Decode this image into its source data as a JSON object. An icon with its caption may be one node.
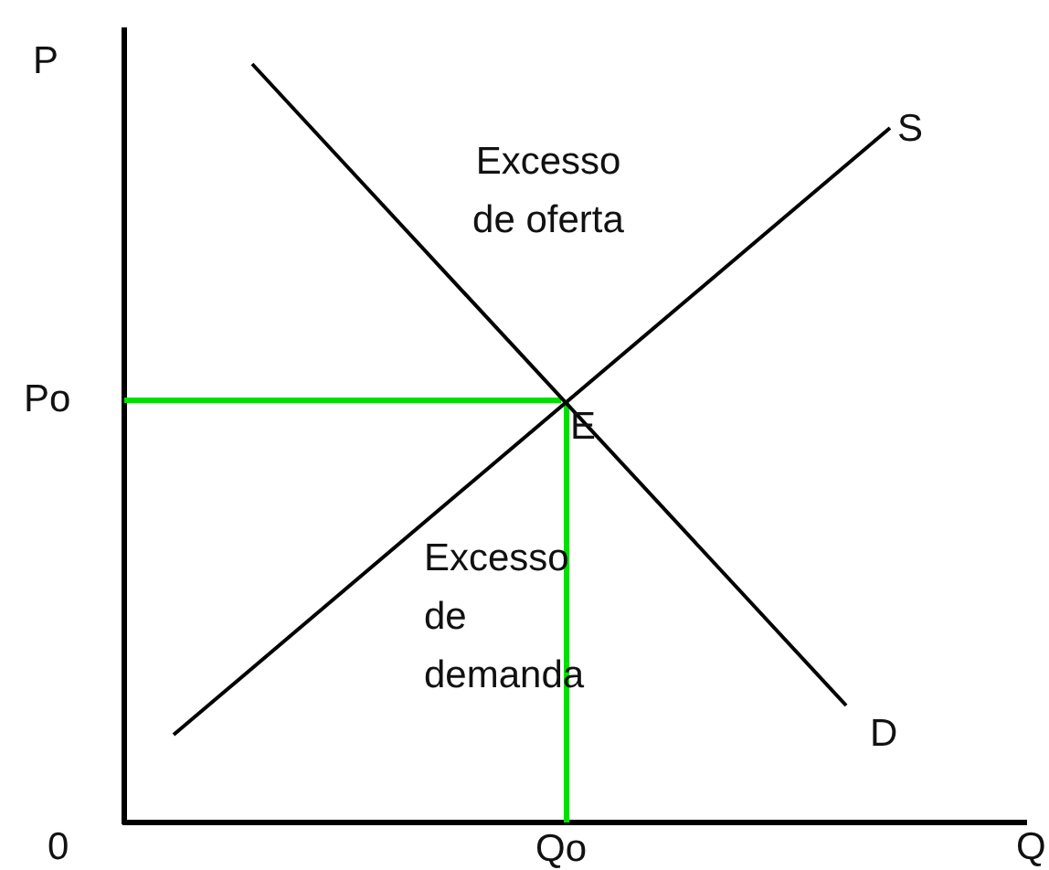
{
  "diagram": {
    "labels": [
      "P",
      "S",
      "Excesso de oferta",
      "Po",
      "E",
      "Excesso de demanda",
      "D",
      "0",
      "Qo",
      "Q"
    ]
  }
}
